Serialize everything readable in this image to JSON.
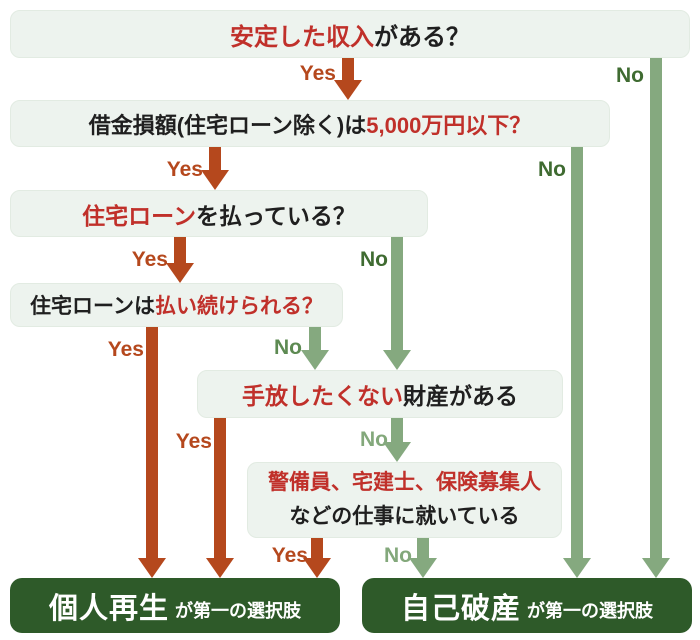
{
  "flow": {
    "questions": {
      "q1": {
        "em": "安定した収入",
        "post": "がある？"
      },
      "q2": {
        "pre": "借金損額(住宅ローン除く)は",
        "em": "5,000万円以下？"
      },
      "q3": {
        "em": "住宅ローン",
        "post": "を払っている？"
      },
      "q4": {
        "pre": "住宅ローンは",
        "em": "払い続けられる？"
      },
      "q5": {
        "em": "手放したくない",
        "post": "財産がある"
      },
      "q6": {
        "em": "警備員、宅建士、保険募集人",
        "post": "などの仕事に就いている"
      }
    },
    "results": {
      "saisei": {
        "main": "個人再生",
        "sub": "が第一の選択肢"
      },
      "hasan": {
        "main": "自己破産",
        "sub": "が第一の選択肢"
      }
    },
    "edges": {
      "q1_yes": {
        "label": "Yes"
      },
      "q1_no": {
        "label": "No"
      },
      "q2_yes": {
        "label": "Yes"
      },
      "q2_no": {
        "label": "No"
      },
      "q3_yes": {
        "label": "Yes"
      },
      "q3_no": {
        "label": "No"
      },
      "q4_yes": {
        "label": "Yes"
      },
      "q4_no": {
        "label": "No"
      },
      "q5_yes": {
        "label": "Yes"
      },
      "q5_no": {
        "label": "No"
      },
      "q6_yes": {
        "label": "Yes"
      },
      "q6_no": {
        "label": "No"
      }
    },
    "colors": {
      "red_arrow": "#b5481d",
      "red_text": "#c0302a",
      "green_arrow": "#85a97f",
      "no_label_dark": "#3f6b31",
      "no_label_mid": "#5d8a52",
      "no_label_light": "#83a87b",
      "question_bg": "#edf3ee",
      "result_bg": "#2e5a29",
      "text_dark": "#1f1f1f"
    }
  }
}
